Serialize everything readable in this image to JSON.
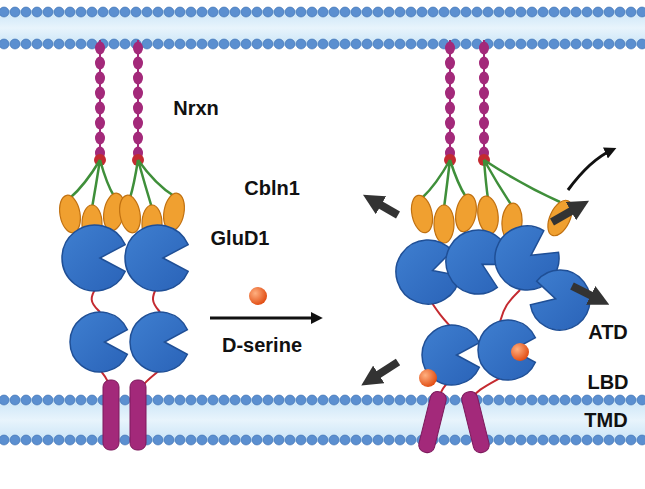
{
  "diagram": {
    "labels": [
      "Nrxn",
      "Cbln1",
      "GluD1",
      "D-serine",
      "ATD",
      "LBD",
      "TMD"
    ]
  }
}
